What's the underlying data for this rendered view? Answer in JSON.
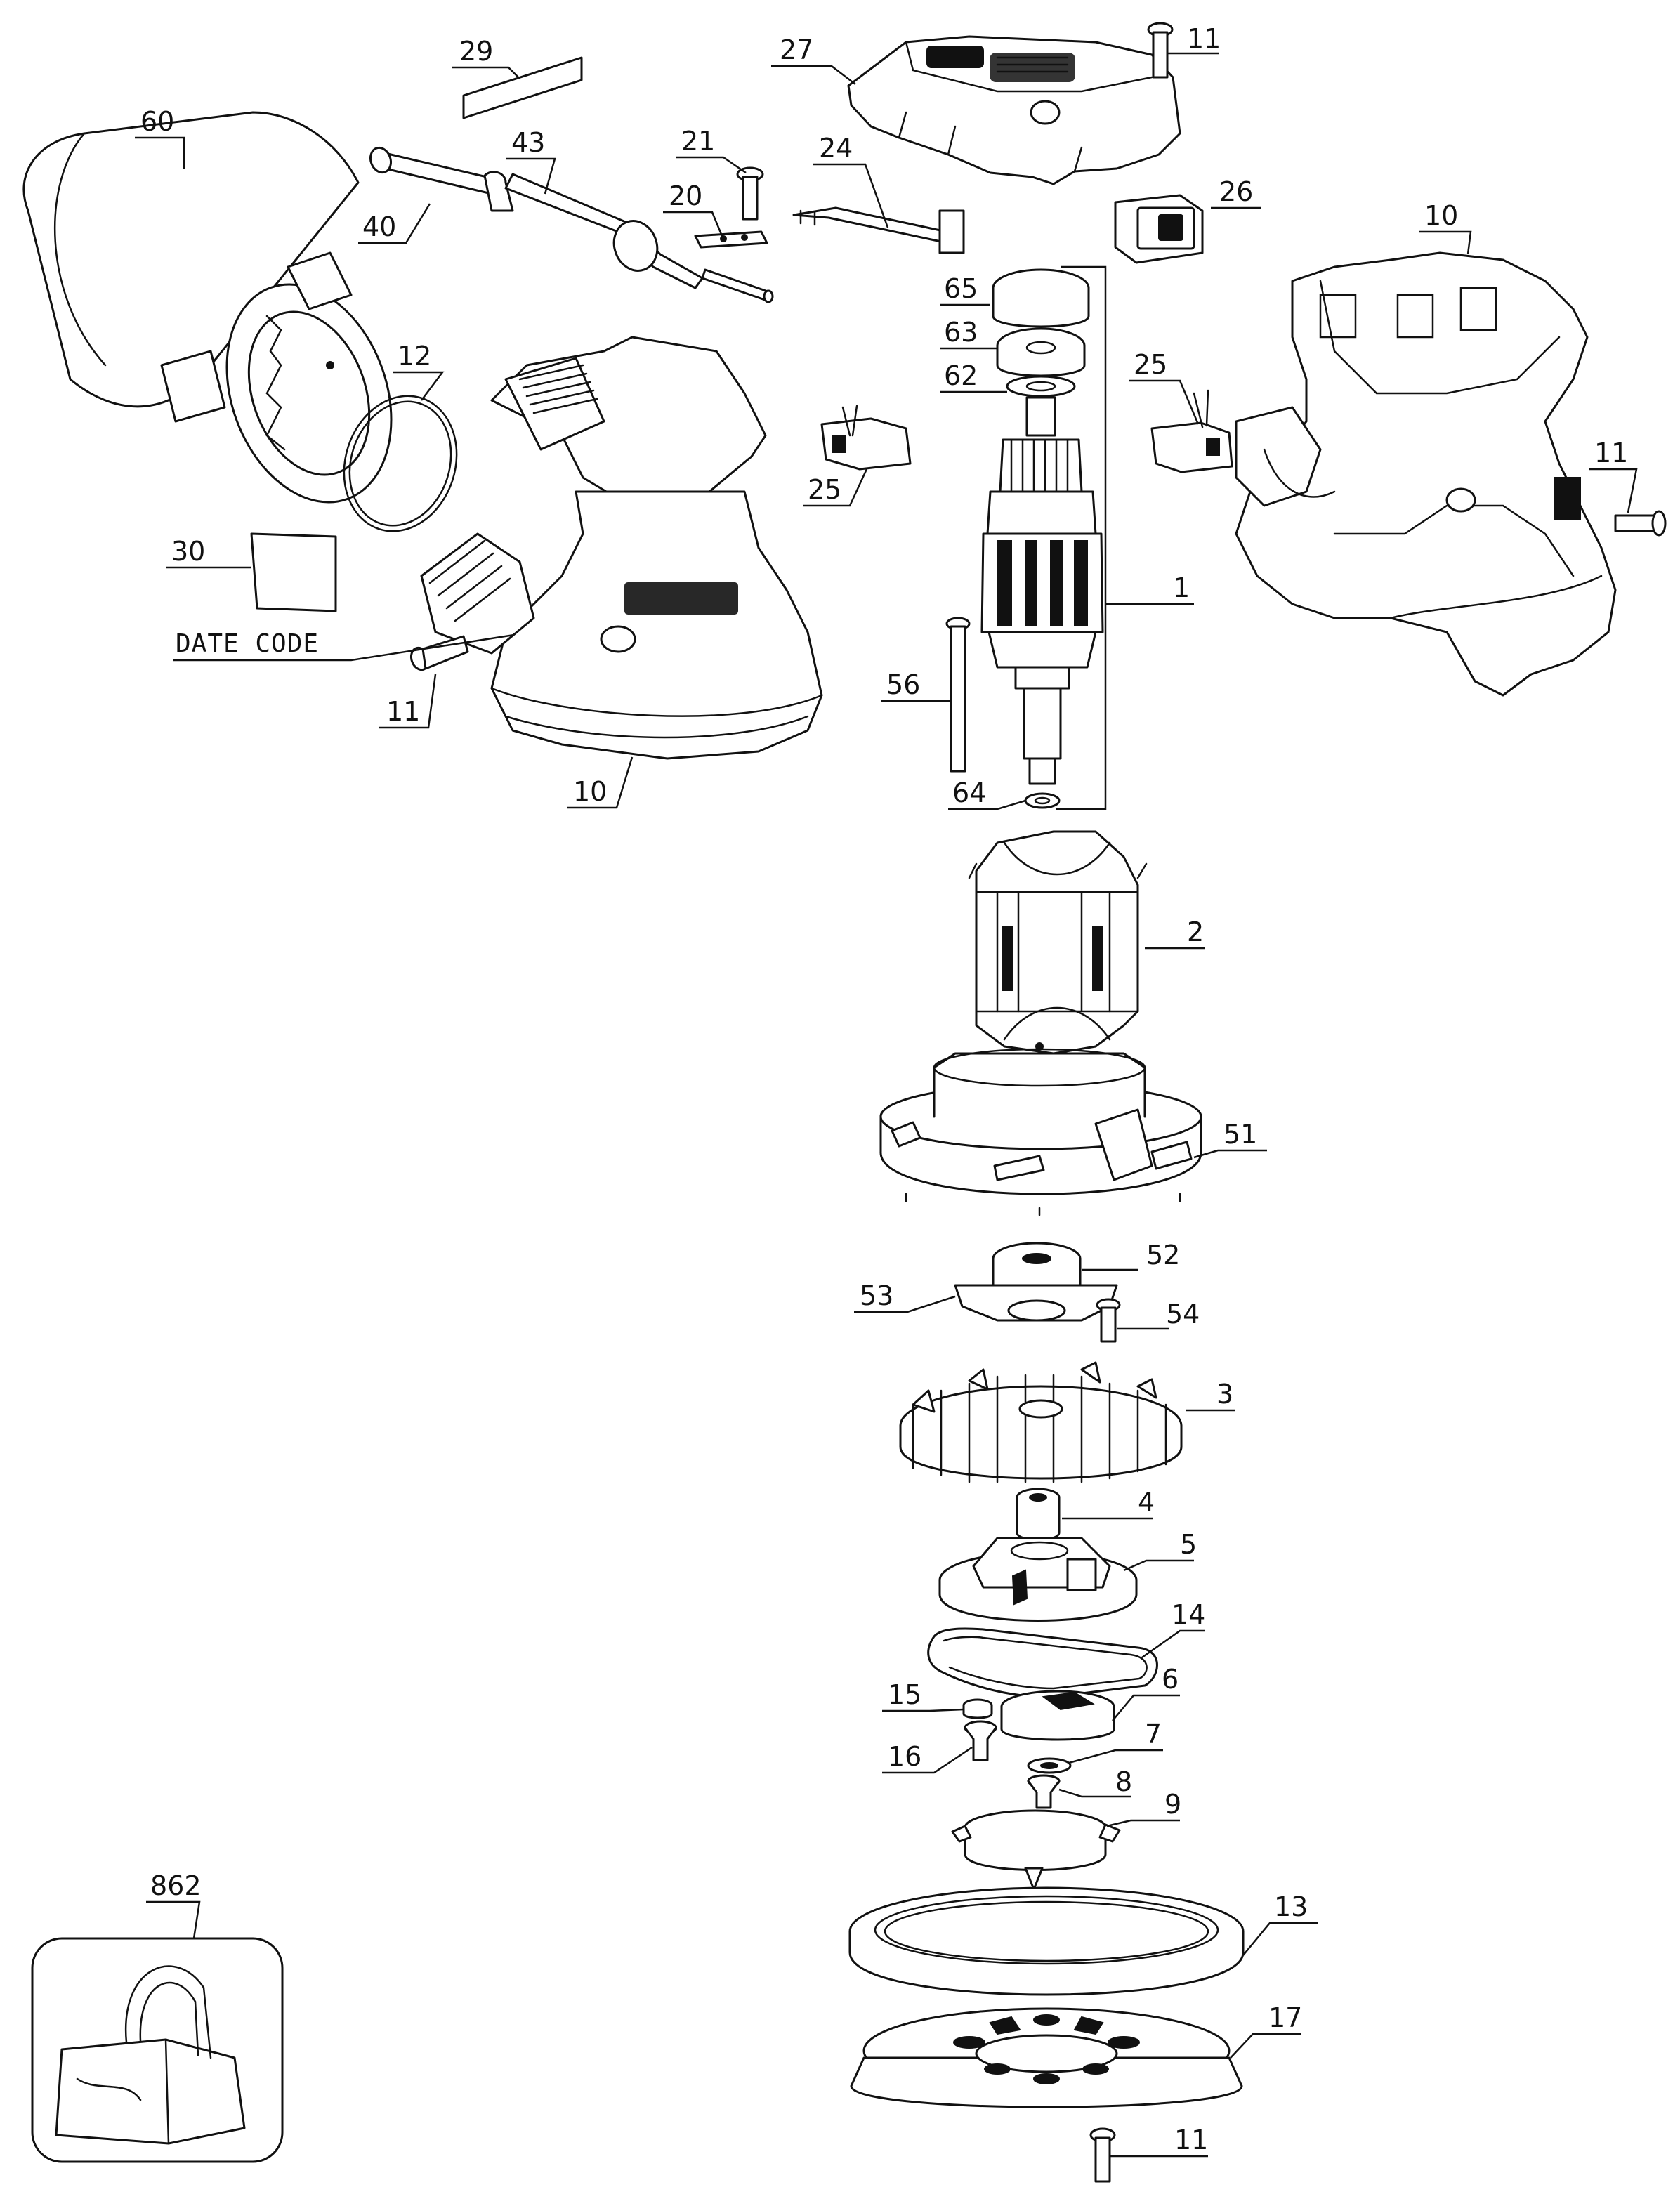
{
  "diagram": {
    "labels": {
      "p1": "1",
      "p2": "2",
      "p3": "3",
      "p4": "4",
      "p5": "5",
      "p6": "6",
      "p7": "7",
      "p8": "8",
      "p9": "9",
      "p10a": "10",
      "p10b": "10",
      "p11a": "11",
      "p11b": "11",
      "p11c": "11",
      "p11d": "11",
      "p12": "12",
      "p13": "13",
      "p14": "14",
      "p15": "15",
      "p16": "16",
      "p17": "17",
      "p20": "20",
      "p21": "21",
      "p24": "24",
      "p25a": "25",
      "p25b": "25",
      "p26": "26",
      "p27": "27",
      "p29": "29",
      "p30": "30",
      "p40": "40",
      "p43": "43",
      "p51": "51",
      "p52": "52",
      "p53": "53",
      "p54": "54",
      "p56": "56",
      "p60": "60",
      "p62": "62",
      "p63": "63",
      "p64": "64",
      "p65": "65",
      "p862": "862",
      "date_code": "DATE CODE"
    },
    "colors": {
      "line": "#111111",
      "fill": "#ffffff",
      "background": "#ffffff"
    }
  }
}
